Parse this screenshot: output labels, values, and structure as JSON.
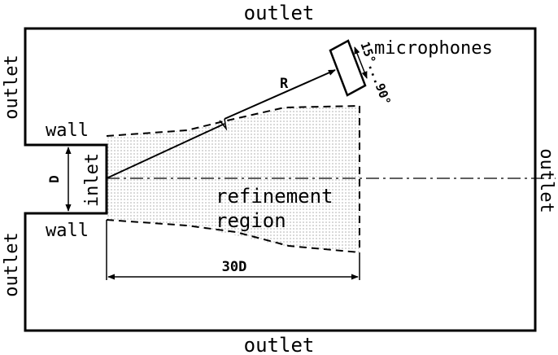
{
  "labels": {
    "outlet_top": "outlet",
    "outlet_bottom": "outlet",
    "outlet_left_upper": "outlet",
    "outlet_left_lower": "outlet",
    "outlet_right": "outlet",
    "wall_upper": "wall",
    "wall_lower": "wall",
    "inlet": "inlet",
    "diameter": "D",
    "refinement_line1": "refinement",
    "refinement_line2": "region",
    "length": "30D",
    "radius": "R",
    "microphones": "microphones",
    "angle_range": "15°...90°"
  },
  "colors": {
    "line": "#000000",
    "fill_dots": "#888888",
    "background": "#ffffff"
  }
}
